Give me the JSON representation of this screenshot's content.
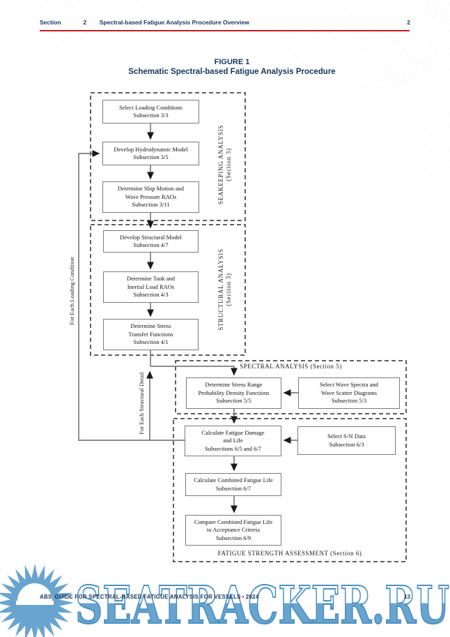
{
  "header": {
    "section_label": "Section",
    "section_number": "2",
    "title": "Spectral-based Fatigue Analysis Procedure Overview",
    "page_number": "2"
  },
  "figure": {
    "label": "FIGURE 1",
    "title": "Schematic Spectral-based Fatigue Analysis Procedure"
  },
  "diagram": {
    "groups": {
      "seakeeping": {
        "label_line1": "SEAKEEPING ANALYSIS",
        "label_line2": "(Section 3)"
      },
      "structural": {
        "label_line1": "STRUCTURAL ANALYSIS",
        "label_line2": "(Section 3)"
      },
      "spectral": {
        "label": "SPECTRAL ANALYSIS (Section 5)"
      },
      "fatigue": {
        "label": "FATIGUE STRENGTH ASSESSMENT (Section 6)"
      }
    },
    "loops": {
      "loading_condition": "For Each Loading Condition",
      "structural_detail": "For Each Structural Detail"
    },
    "boxes": {
      "select_loading_conditions": "Select Loading Conditions\nSubsection 3/3",
      "develop_hydrodynamic_model": "Develop Hydrodynamic Model\nSubsection 3/5",
      "ship_motion_wave_pressure_raos": "Determine Ship Motion and\nWave Pressure RAOs\nSubsection 3/11",
      "develop_structural_model": "Develop Structural Model\nSubsection 4/7",
      "tank_inertial_load_raos": "Determine Tank and\nInertial Load RAOs\nSubsection 4/3",
      "stress_transfer_functions": "Determine Stress\nTransfer Functions\nSubsection 4/1",
      "stress_range_pdf": "Determine Stress Range\nProbability Density Functions\nSubsection 5/5",
      "wave_spectra_scatter": "Select Wave Spectra and\nWave Scatter Diagrams\nSubsection 5/3",
      "fatigue_damage_life": "Calculate Fatigue Damage\nand Life\nSubsections 6/5 and 6/7",
      "sn_data": "Select S-N Data\nSubsection 6/3",
      "combined_fatigue_life": "Calculate Combined Fatigue Life\nSubsection 6/7",
      "compare_fatigue_life": "Compare Combined Fatigue Life\nto Acceptance Criteria\nSubsection 6/9"
    }
  },
  "footer": {
    "brand": "ABS",
    "title": "GUIDE FOR SPECTRAL-BASED FATIGUE ANALYSIS FOR VESSELS",
    "separator": "•",
    "year": "2024",
    "page_number": "13"
  },
  "watermark": {
    "text": "SEATRACKER.RU",
    "logo": "sun-logo"
  },
  "colors": {
    "navy": "#17365d",
    "rule_red": "#c11b1f",
    "watermark_blue": "#69a4cf",
    "watermark_outline": "#4a90c0",
    "box_border_gray": "#7a7a7a",
    "line_gray": "#7d7d7d"
  }
}
